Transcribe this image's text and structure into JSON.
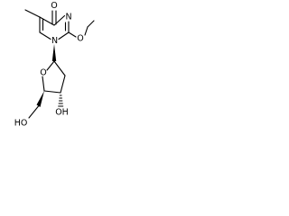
{
  "molecule": {
    "atoms": {
      "carbonyl_oxygen": "O",
      "ring_nitrogen_3": "N",
      "ring_nitrogen_1": "N",
      "ethoxy_oxygen": "O",
      "furanose_ring_oxygen": "O",
      "hydroxyl_3prime": "OH",
      "hydroxyl_5prime": "HO"
    }
  }
}
